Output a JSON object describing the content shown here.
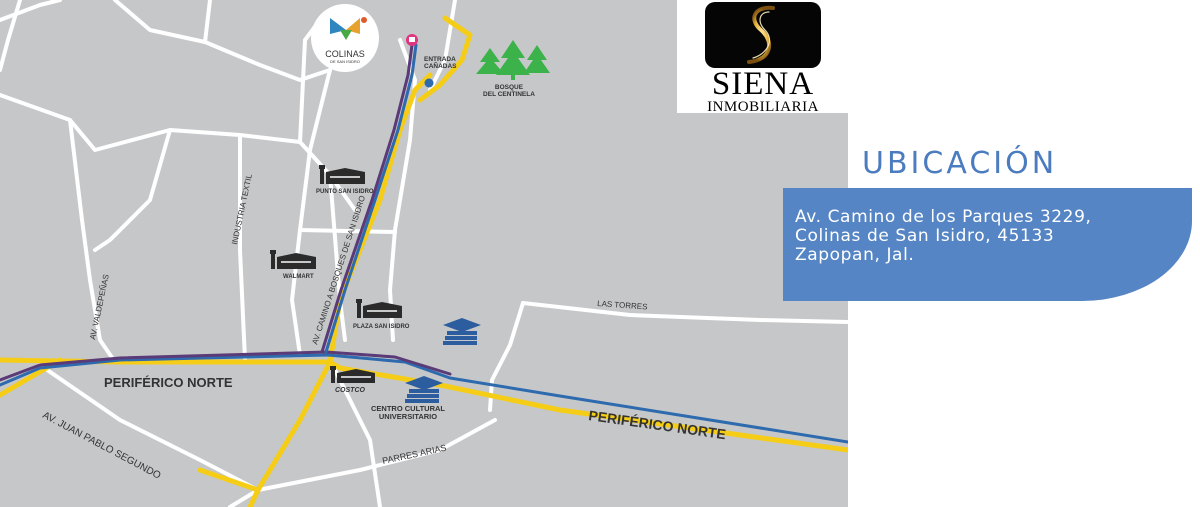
{
  "map": {
    "labels": {
      "periferico_norte_left": "PERIFÉRICO NORTE",
      "periferico_norte_right": "PERIFÉRICO NORTE",
      "av_juan_pablo": "AV. JUAN PABLO SEGUNDO",
      "av_valdepenas": "AV. VALDEPEÑAS",
      "industria_textil": "INDUSTRIA TEXTIL",
      "av_camino": "AV. CAMINO A BOSQUES DE SAN ISIDRO",
      "las_torres": "LAS TORRES",
      "parres_arias": "PARRES ARIAS",
      "entrada_line1": "ENTRADA",
      "entrada_line2": "CAÑADAS",
      "bosque_line1": "BOSQUE",
      "bosque_line2": "DEL CENTINELA",
      "colinas_name": "COLINAS",
      "colinas_sub": "DE SAN ISIDRO"
    },
    "places": {
      "punto_san_isidro": "PUNTO SAN ISIDRO",
      "walmart": "WALMART",
      "plaza_san_isidro": "PLAZA SAN ISIDRO",
      "costco": "COSTCO",
      "centro_line1": "CENTRO CULTURAL",
      "centro_line2": "UNIVERSITARIO"
    },
    "colors": {
      "background": "#c6c7c9",
      "street": "#ffffff",
      "avenue": "#f5cd17",
      "route_purple": "#5b3a78",
      "route_blue": "#2d6aae",
      "forest": "#3cb34a",
      "school": "#2c5d9e"
    },
    "icons": [
      "shop-icon",
      "school-icon",
      "tree-icon",
      "destination-pin-icon",
      "colinas-logo-icon"
    ]
  },
  "brand": {
    "name": "SIENA",
    "subtitle": "INMOBILIARIA",
    "colors": {
      "tile": "#050505",
      "glow": "#e8b33a"
    }
  },
  "location": {
    "title": "UBICACIÓN",
    "address_lines": [
      "Av. Camino de los Parques 3229,",
      "Colinas de San Isidro, 45133",
      "Zapopan, Jal."
    ],
    "colors": {
      "title": "#4a7cbf",
      "box": "#5585c4"
    }
  }
}
